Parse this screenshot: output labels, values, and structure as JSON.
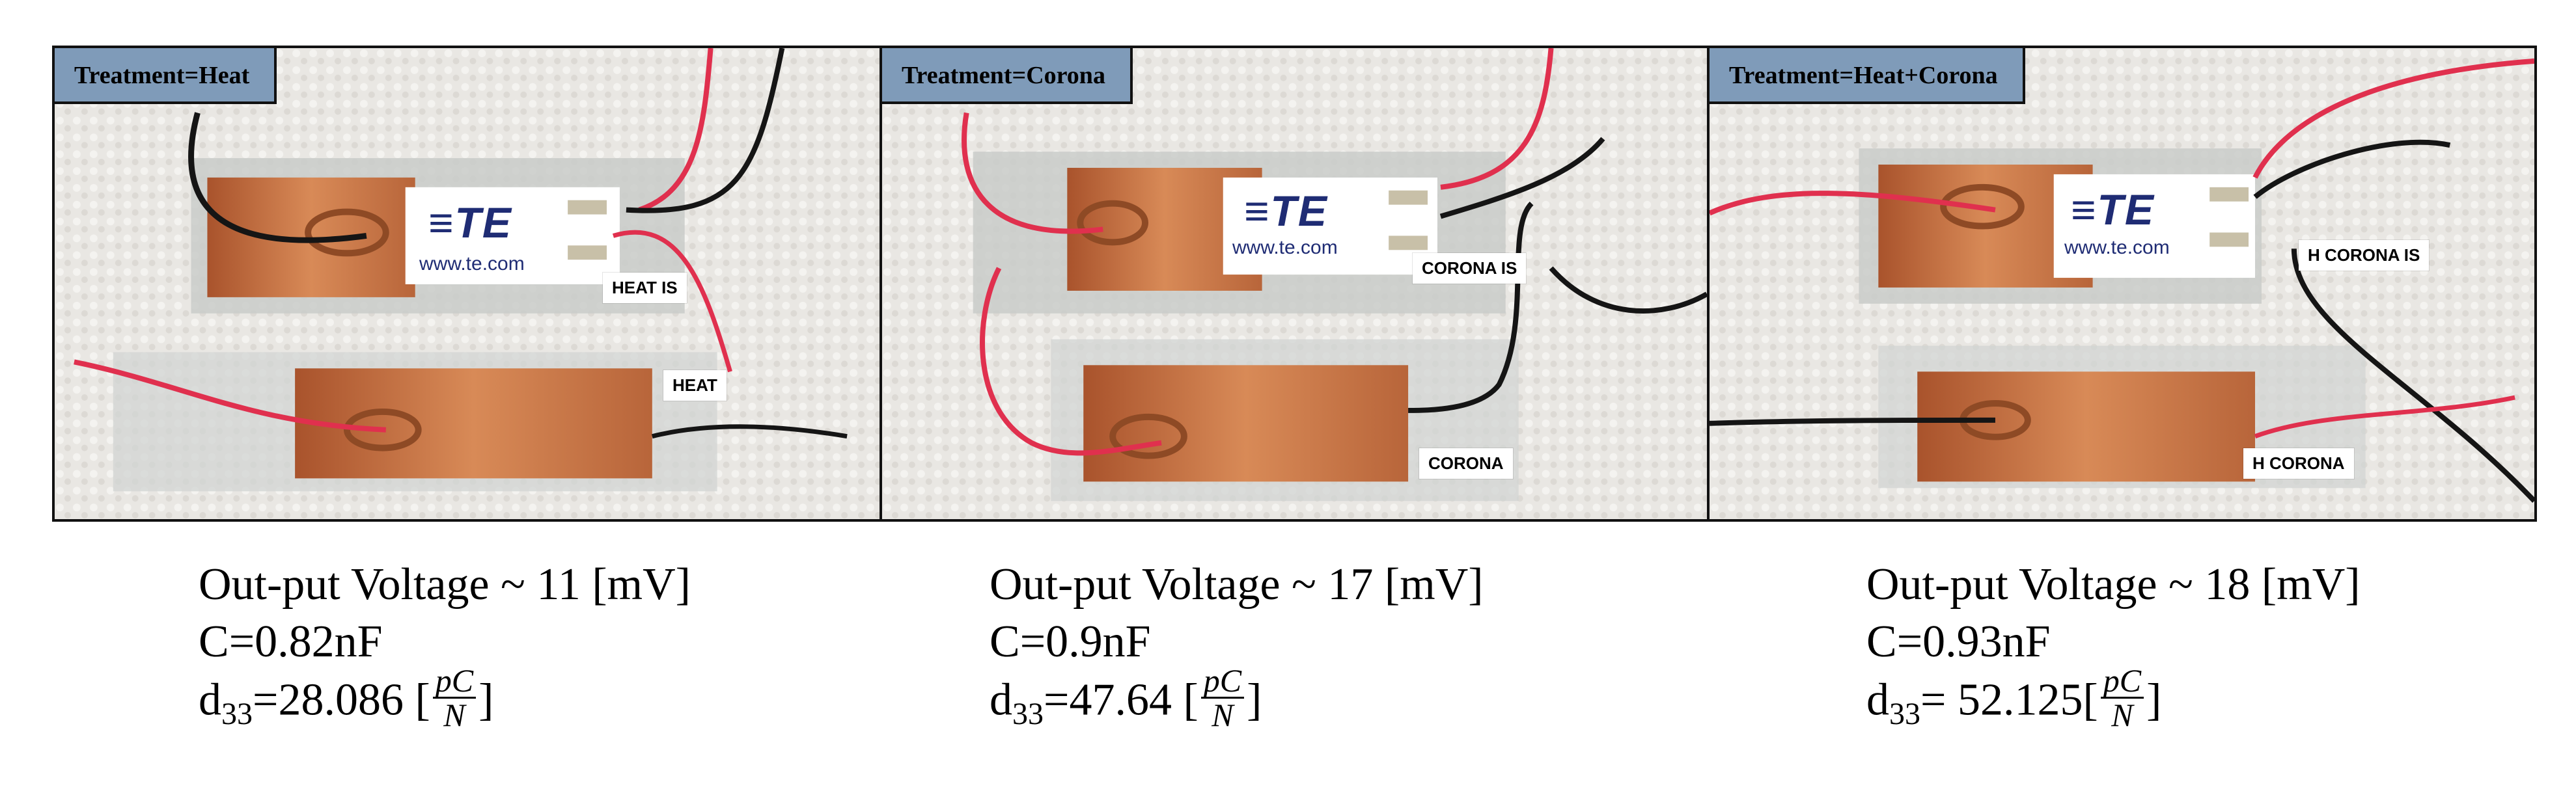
{
  "panels": [
    {
      "treatment": "Treatment=Heat",
      "sensor_logo": "≡TE",
      "sensor_url": "www.te.com",
      "tag_upper": "HEAT   IS",
      "tag_lower": "HEAT"
    },
    {
      "treatment": "Treatment=Corona",
      "sensor_logo": "≡TE",
      "sensor_url": "www.te.com",
      "tag_upper": "CORONA IS",
      "tag_lower": "CORONA"
    },
    {
      "treatment": "Treatment=Heat+Corona",
      "sensor_logo": "≡TE",
      "sensor_url": "www.te.com",
      "tag_upper": "H CORONA IS",
      "tag_lower": "H CORONA"
    }
  ],
  "captions": [
    {
      "voltage": "Out-put Voltage ~ 11 [mV]",
      "capacitance": "C=0.82nF",
      "d33_prefix": "d",
      "d33_sub": "33",
      "d33_value": "=28.086 [",
      "unit_num": "pC",
      "unit_den": "N",
      "close": "]"
    },
    {
      "voltage": "Out-put Voltage ~ 17 [mV]",
      "capacitance": "C=0.9nF",
      "d33_prefix": "d",
      "d33_sub": "33",
      "d33_value": "=47.64 [",
      "unit_num": "pC",
      "unit_den": "N",
      "close": "]"
    },
    {
      "voltage": "Out-put Voltage ~ 18 [mV]",
      "capacitance": "C=0.93nF",
      "d33_prefix": "d",
      "d33_sub": "33",
      "d33_value": "= 52.125[",
      "unit_num": "pC",
      "unit_den": "N",
      "close": "]"
    }
  ],
  "colors": {
    "label_bg": "#7f9bb9",
    "copper": "#c8703f",
    "copper_dark": "#8e4a25",
    "towel": "#e9e7e3",
    "wire_red": "#e0304e",
    "wire_black": "#151515",
    "logo_blue": "#1f2c74"
  }
}
